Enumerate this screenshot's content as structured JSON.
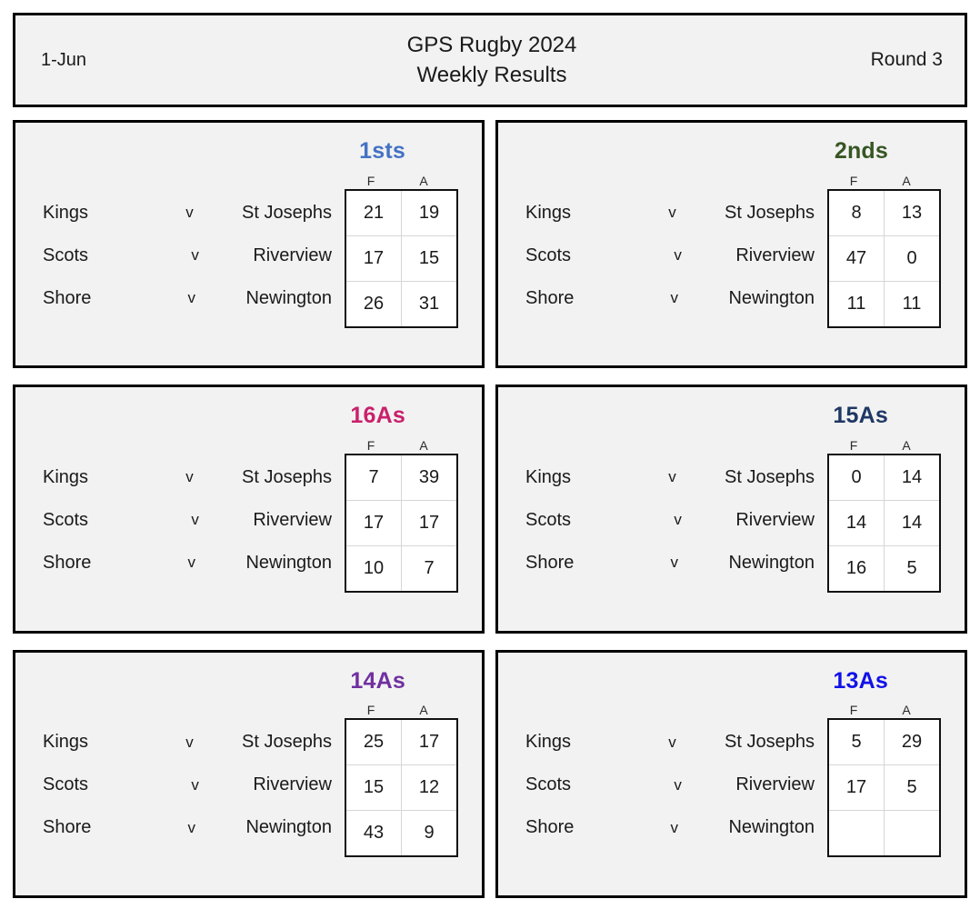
{
  "header": {
    "date": "1-Jun",
    "title": "GPS Rugby 2024",
    "subtitle": "Weekly Results",
    "round": "Round 3"
  },
  "score_columns": {
    "for": "F",
    "against": "A"
  },
  "versus_label": "v",
  "grades": [
    {
      "name": "1sts",
      "color": "#4472C4",
      "fixtures": [
        {
          "home": "Kings",
          "away": "St Josephs",
          "f": "21",
          "a": "19"
        },
        {
          "home": "Scots",
          "away": "Riverview",
          "f": "17",
          "a": "15"
        },
        {
          "home": "Shore",
          "away": "Newington",
          "f": "26",
          "a": "31"
        }
      ]
    },
    {
      "name": "2nds",
      "color": "#375623",
      "fixtures": [
        {
          "home": "Kings",
          "away": "St Josephs",
          "f": "8",
          "a": "13"
        },
        {
          "home": "Scots",
          "away": "Riverview",
          "f": "47",
          "a": "0"
        },
        {
          "home": "Shore",
          "away": "Newington",
          "f": "11",
          "a": "11"
        }
      ]
    },
    {
      "name": "16As",
      "color": "#C9206B",
      "fixtures": [
        {
          "home": "Kings",
          "away": "St Josephs",
          "f": "7",
          "a": "39"
        },
        {
          "home": "Scots",
          "away": "Riverview",
          "f": "17",
          "a": "17"
        },
        {
          "home": "Shore",
          "away": "Newington",
          "f": "10",
          "a": "7"
        }
      ]
    },
    {
      "name": "15As",
      "color": "#1F3864",
      "fixtures": [
        {
          "home": "Kings",
          "away": "St Josephs",
          "f": "0",
          "a": "14"
        },
        {
          "home": "Scots",
          "away": "Riverview",
          "f": "14",
          "a": "14"
        },
        {
          "home": "Shore",
          "away": "Newington",
          "f": "16",
          "a": "5"
        }
      ]
    },
    {
      "name": "14As",
      "color": "#7030A0",
      "fixtures": [
        {
          "home": "Kings",
          "away": "St Josephs",
          "f": "25",
          "a": "17"
        },
        {
          "home": "Scots",
          "away": "Riverview",
          "f": "15",
          "a": "12"
        },
        {
          "home": "Shore",
          "away": "Newington",
          "f": "43",
          "a": "9"
        }
      ]
    },
    {
      "name": "13As",
      "color": "#1111E8",
      "fixtures": [
        {
          "home": "Kings",
          "away": "St Josephs",
          "f": "5",
          "a": "29"
        },
        {
          "home": "Scots",
          "away": "Riverview",
          "f": "17",
          "a": "5"
        },
        {
          "home": "Shore",
          "away": "Newington",
          "f": "",
          "a": ""
        }
      ]
    }
  ]
}
